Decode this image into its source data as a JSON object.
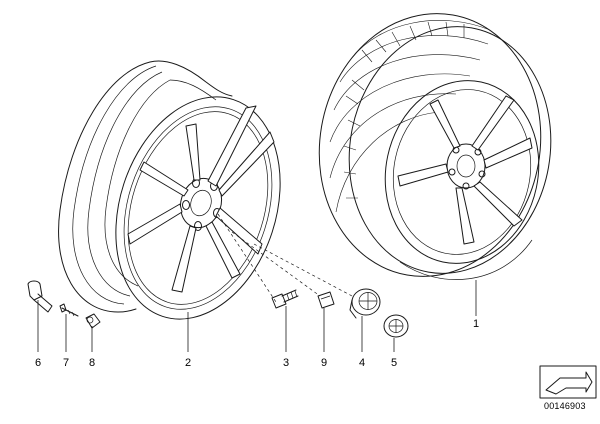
{
  "diagram": {
    "callouts": [
      {
        "id": "6",
        "label": "6"
      },
      {
        "id": "7",
        "label": "7"
      },
      {
        "id": "8",
        "label": "8"
      },
      {
        "id": "2",
        "label": "2"
      },
      {
        "id": "3",
        "label": "3"
      },
      {
        "id": "9",
        "label": "9"
      },
      {
        "id": "4",
        "label": "4"
      },
      {
        "id": "5",
        "label": "5"
      },
      {
        "id": "1",
        "label": "1"
      }
    ],
    "reference_number": "00146903"
  }
}
